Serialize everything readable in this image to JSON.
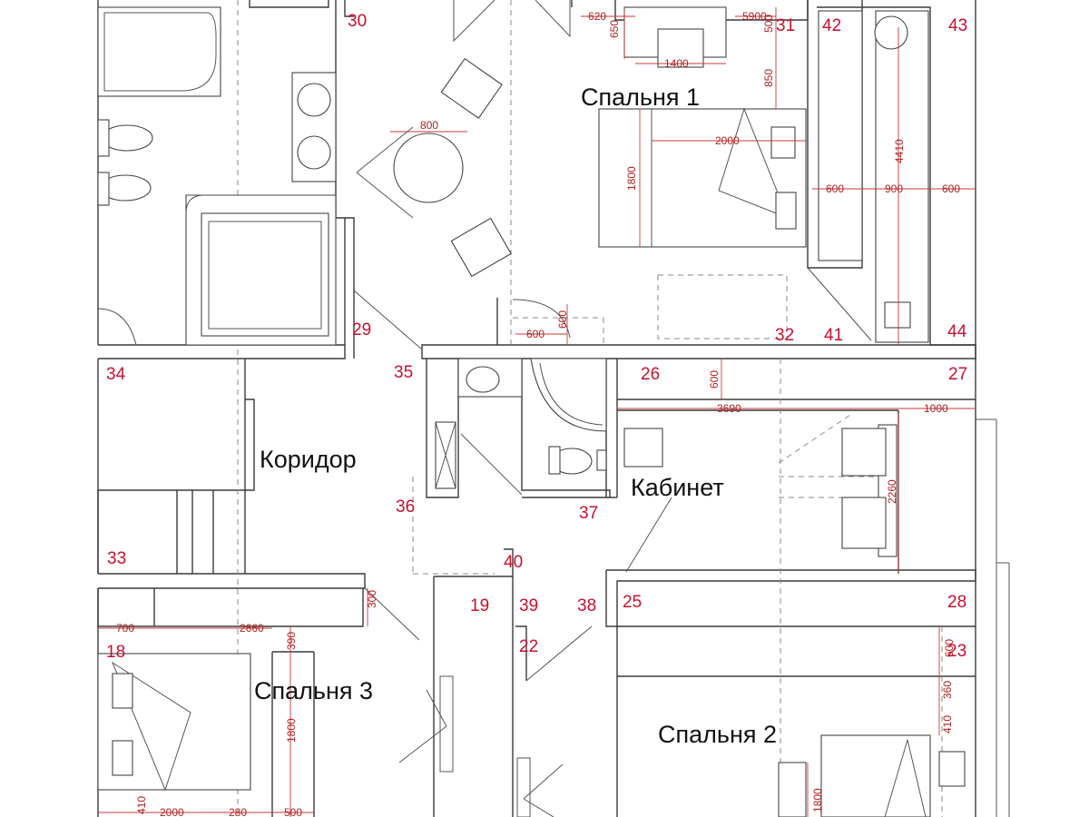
{
  "colors": {
    "wall": "#3a3a3a",
    "marker": "#c8102e",
    "dimension": "#b02020",
    "label": "#111111",
    "background": "#ffffff"
  },
  "rooms": {
    "bedroom1": "Спальня 1",
    "corridor": "Коридор",
    "office": "Кабинет",
    "bedroom3": "Спальня 3",
    "bedroom2": "Спальня 2"
  },
  "markers": {
    "m18": "18",
    "m19": "19",
    "m22": "22",
    "m23": "23",
    "m25": "25",
    "m26": "26",
    "m27": "27",
    "m28": "28",
    "m29": "29",
    "m30": "30",
    "m31": "31",
    "m32": "32",
    "m33": "33",
    "m34": "34",
    "m35": "35",
    "m36": "36",
    "m37": "37",
    "m38": "38",
    "m39": "39",
    "m40": "40",
    "m41": "41",
    "m42": "42",
    "m43": "43",
    "m44": "44"
  },
  "dimensions": {
    "d620": "620",
    "d650": "650",
    "d5900": "5900",
    "d500": "500",
    "d1400": "1400",
    "d850": "850",
    "d800": "800",
    "d2000_b1": "2000",
    "d1800_b1": "1800",
    "d4410": "4410",
    "d600_w1": "600",
    "d900": "900",
    "d600_w2": "600",
    "d600_a": "600",
    "d600_b": "600",
    "d600_c": "600",
    "d3690": "3690",
    "d1000": "1000",
    "d2260": "2260",
    "d700": "700",
    "d2660": "2660",
    "d390": "390",
    "d300": "300",
    "d1800_b3": "1800",
    "d410_b3": "410",
    "d2000_b3": "2000",
    "d280": "280",
    "d500_b3": "500",
    "d600_r": "600",
    "d360": "360",
    "d410_r": "410",
    "d1800_b2": "1800"
  }
}
